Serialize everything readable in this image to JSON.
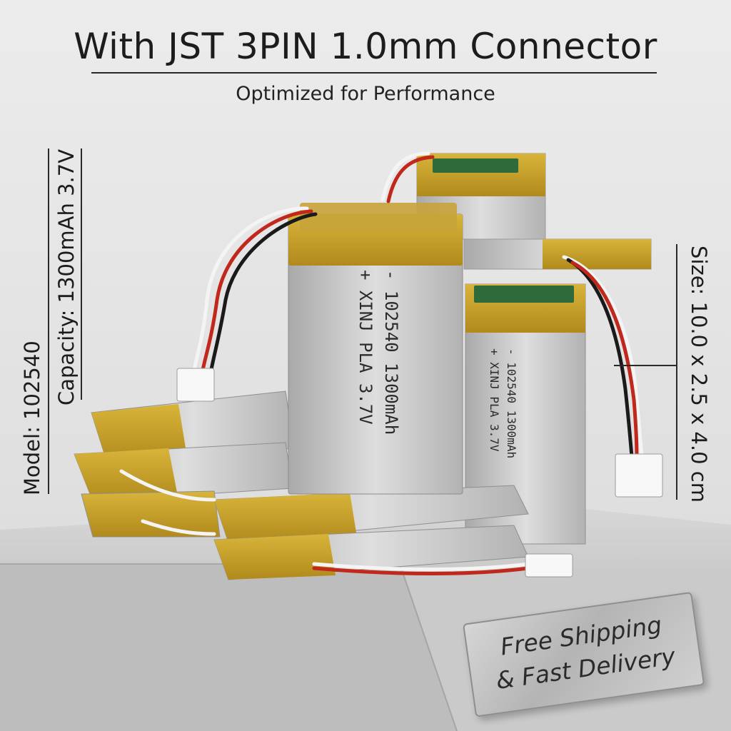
{
  "header": {
    "title": "With JST 3PIN 1.0mm Connector",
    "subtitle": "Optimized for Performance"
  },
  "specs": {
    "model": "Model: 102540",
    "capacity": "Capacity: 1300mAh 3.7V",
    "size": "Size: 10.0 x 2.5 x 4.0 cm"
  },
  "cell_label": {
    "line1": "- 102540 1300mAh",
    "line2": "+ XINJ PLA 3.7V"
  },
  "badge": {
    "line1": "Free Shipping",
    "line2": "& Fast Delivery"
  },
  "colors": {
    "background": "#e6e6e6",
    "cell_body": "#c9c9c9",
    "kapton_tape": "#c9a227",
    "wire_red": "#c0281c",
    "wire_black": "#1a1a1a",
    "wire_white": "#f4f4f4",
    "pedestal": "#cfcfcf"
  }
}
